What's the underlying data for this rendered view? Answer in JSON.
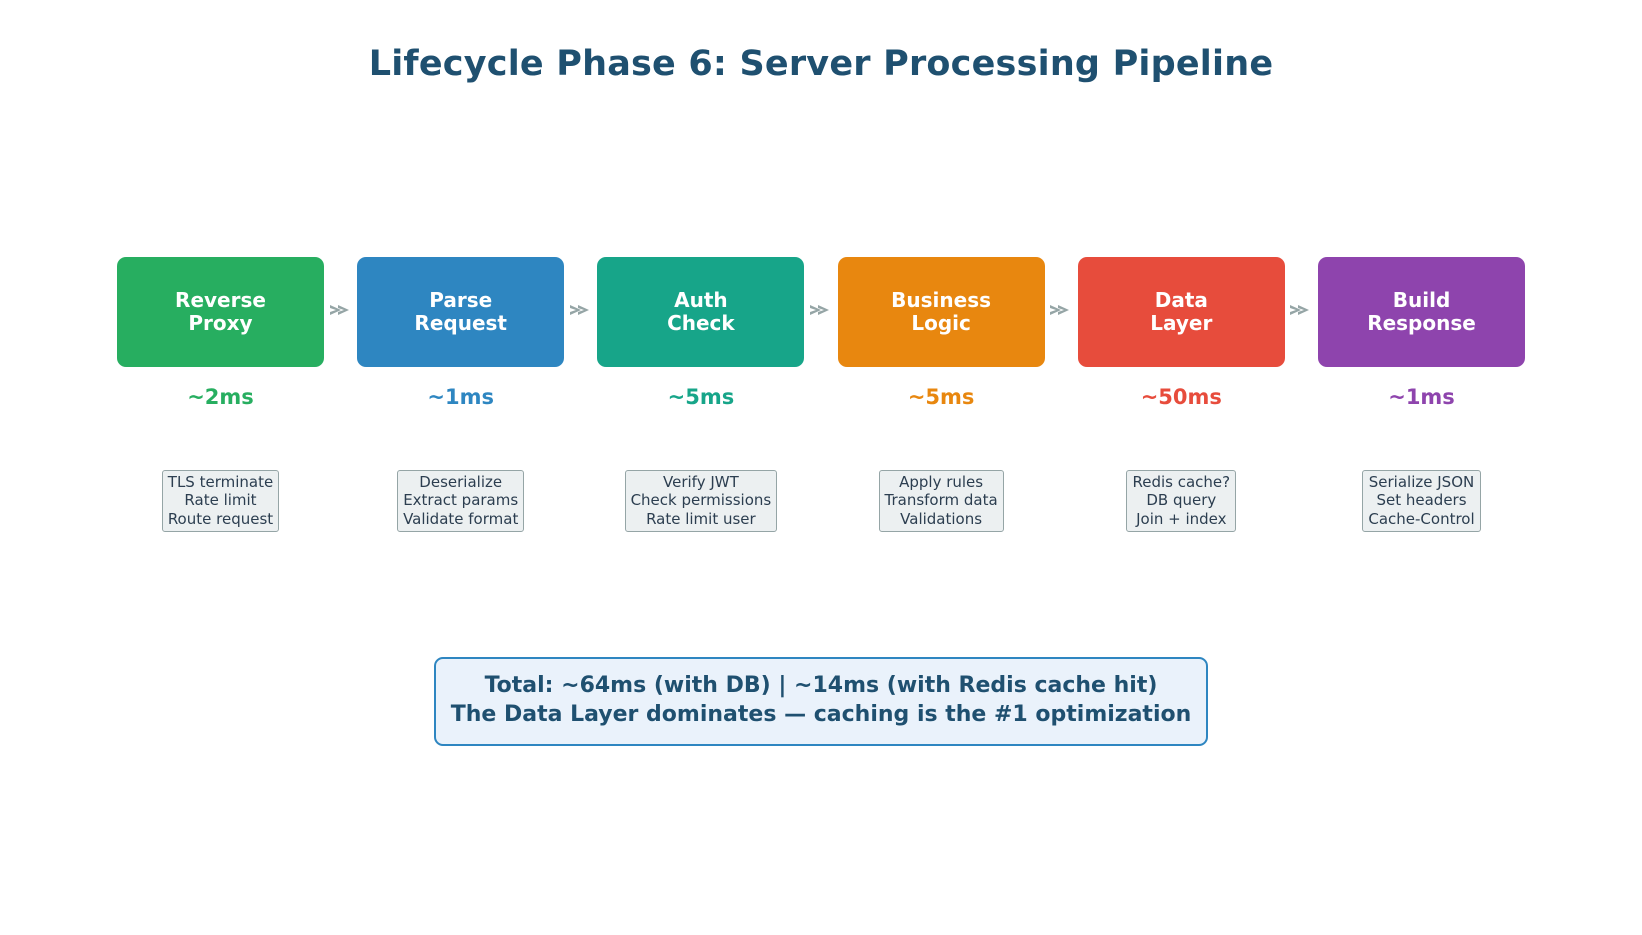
{
  "title": "Lifecycle Phase 6: Server Processing Pipeline",
  "colors": {
    "title": "#1F5070",
    "green": "#27AE60",
    "blue": "#2E86C1",
    "teal": "#17A589",
    "orange": "#E8870F",
    "red": "#E74C3C",
    "purple": "#8E44AD",
    "arrow": "#95A5A6",
    "detail_bg": "#ECF0F1",
    "detail_border": "#95A5A6",
    "summary_bg": "#EAF2FB",
    "summary_border": "#2E86C1"
  },
  "arrow_icon": "arrow-right-icon",
  "stages": [
    {
      "name": "reverse-proxy",
      "label_line1": "Reverse",
      "label_line2": "Proxy",
      "color": "#27AE60",
      "timing": "~2ms",
      "timing_color": "#27AE60",
      "details": [
        "TLS terminate",
        "Rate limit",
        "Route request"
      ]
    },
    {
      "name": "parse-request",
      "label_line1": "Parse",
      "label_line2": "Request",
      "color": "#2E86C1",
      "timing": "~1ms",
      "timing_color": "#2E86C1",
      "details": [
        "Deserialize",
        "Extract params",
        "Validate format"
      ]
    },
    {
      "name": "auth-check",
      "label_line1": "Auth",
      "label_line2": "Check",
      "color": "#17A589",
      "timing": "~5ms",
      "timing_color": "#17A589",
      "details": [
        "Verify JWT",
        "Check permissions",
        "Rate limit user"
      ]
    },
    {
      "name": "business-logic",
      "label_line1": "Business",
      "label_line2": "Logic",
      "color": "#E8870F",
      "timing": "~5ms",
      "timing_color": "#E8870F",
      "details": [
        "Apply rules",
        "Transform data",
        "Validations"
      ]
    },
    {
      "name": "data-layer",
      "label_line1": "Data",
      "label_line2": "Layer",
      "color": "#E74C3C",
      "timing": "~50ms",
      "timing_color": "#E74C3C",
      "details": [
        "Redis cache?",
        "DB query",
        "Join + index"
      ]
    },
    {
      "name": "build-response",
      "label_line1": "Build",
      "label_line2": "Response",
      "color": "#8E44AD",
      "timing": "~1ms",
      "timing_color": "#8E44AD",
      "details": [
        "Serialize JSON",
        "Set headers",
        "Cache-Control"
      ]
    }
  ],
  "summary": {
    "line1": "Total: ~64ms (with DB)  |  ~14ms (with Redis cache hit)",
    "line2": "The Data Layer dominates — caching is the #1 optimization"
  }
}
